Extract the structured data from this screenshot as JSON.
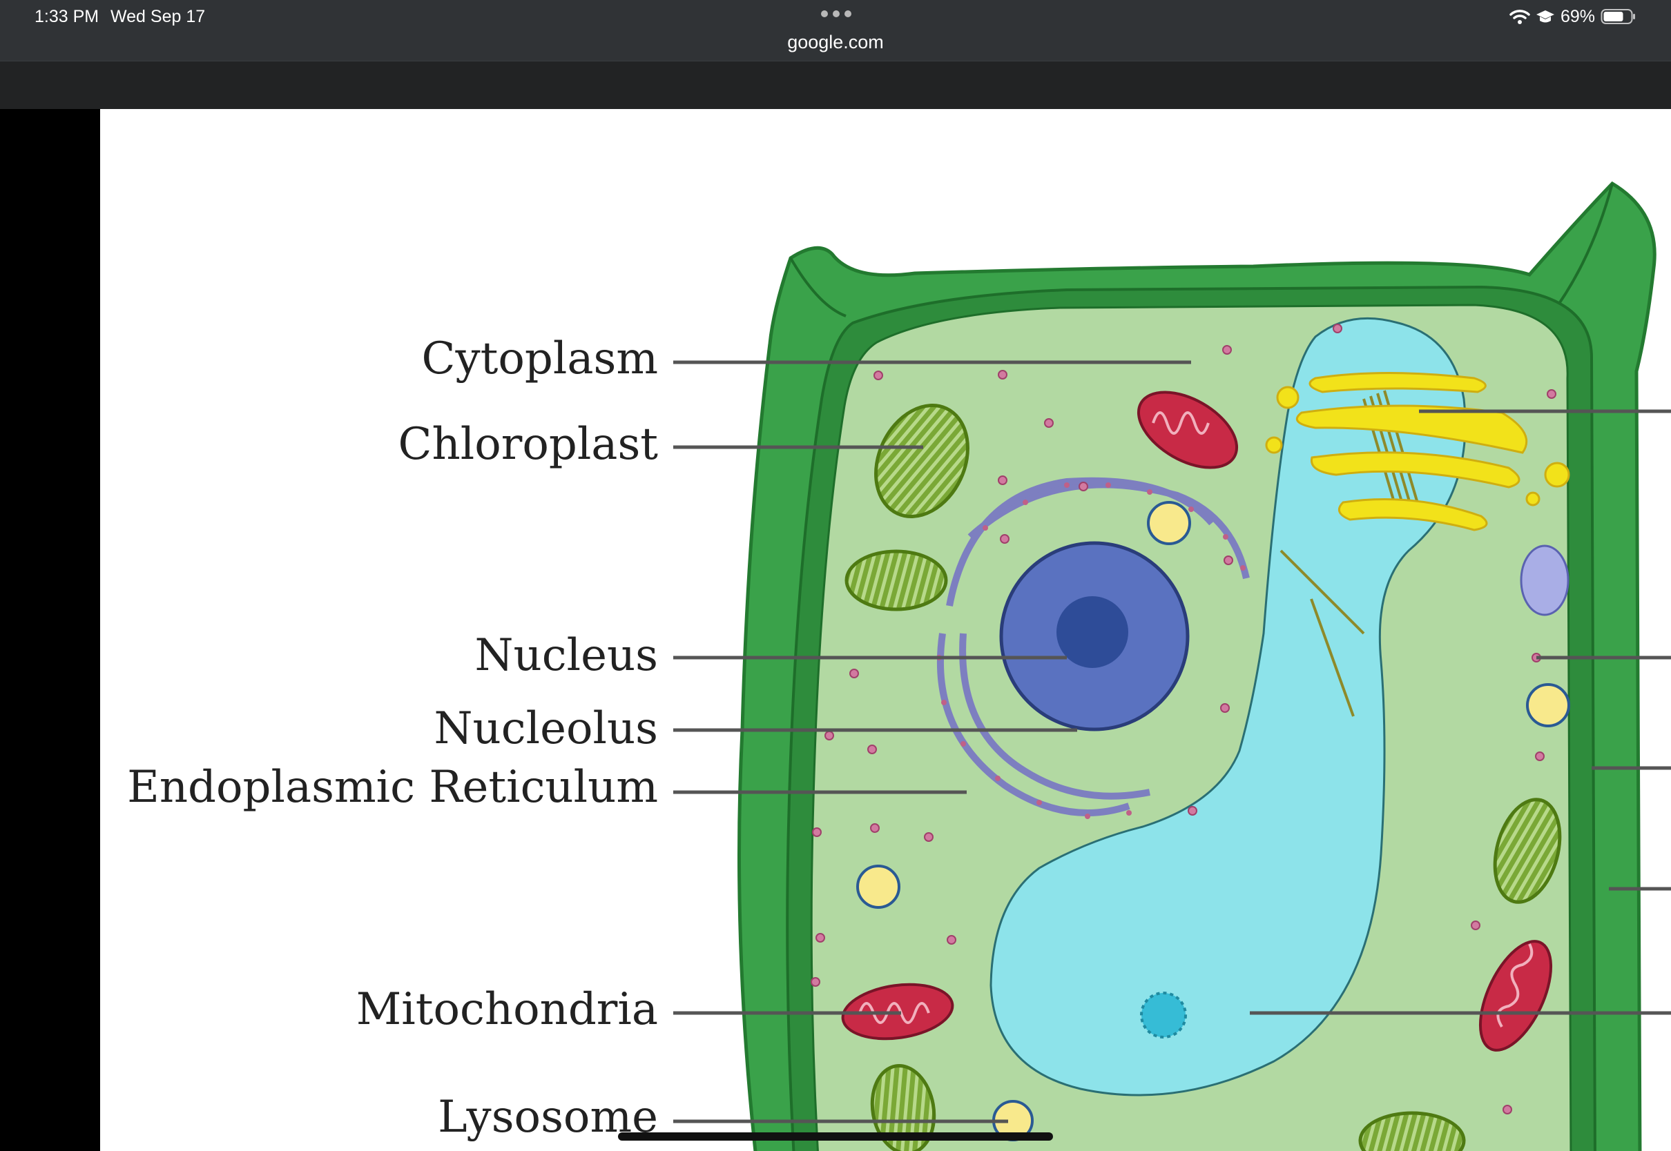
{
  "status_bar": {
    "time": "1:33 PM",
    "date": "Wed Sep 17",
    "url": "google.com",
    "battery": "69%"
  },
  "diagram": {
    "labels": [
      "Cytoplasm",
      "Chloroplast",
      "Nucleus",
      "Nucleolus",
      "Endoplasmic Reticulum",
      "Mitochondria",
      "Lysosome"
    ]
  },
  "colors": {
    "cell_wall": "#3aa24a",
    "cytoplasm": "#b2d9a2",
    "vacuole": "#8de3ea",
    "nucleus": "#5a72c0",
    "nucleolus": "#2e4c98",
    "golgi": "#f2e21a",
    "mitochondria": "#c82a46",
    "chloroplast": "#84b83e"
  }
}
